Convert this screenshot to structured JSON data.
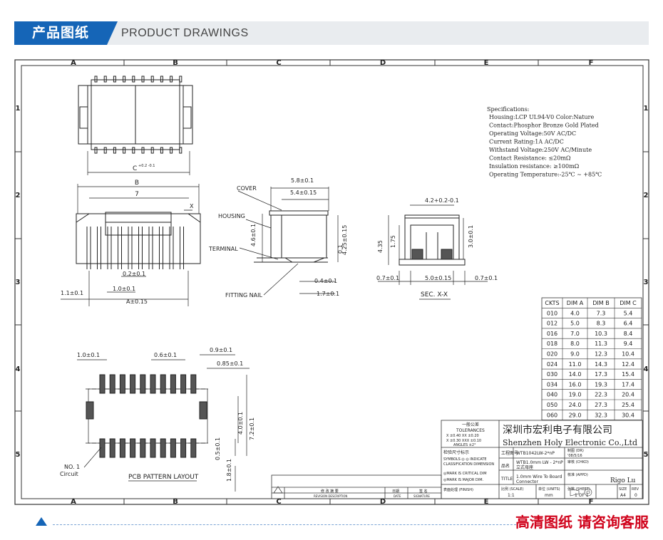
{
  "header": {
    "title_cn": "产品图纸",
    "title_en": "PRODUCT DRAWINGS"
  },
  "grid": {
    "columns": [
      "A",
      "B",
      "C",
      "D",
      "E",
      "F"
    ],
    "rows": [
      "1",
      "2",
      "3",
      "4",
      "5"
    ]
  },
  "specs": {
    "heading": "Specifications:",
    "lines": [
      "Housing:LCP UL94-V0 Color:Nature",
      "Contact:Phosphor Bronze Gold Plated",
      "Operating Voltage:50V AC/DC",
      "Current Rating:1A AC/DC",
      "Withstand Voltage:250V AC/Minute",
      "Contact Resistance: ≤20mΩ",
      "Insulation resistance: ≥100mΩ",
      "Operating Temperature:-25℃ ~ +85℃"
    ]
  },
  "top_view": {
    "dim_c": "C",
    "dim_c_tol": "+0.2\n-0.1"
  },
  "front_view": {
    "dim_b": "B",
    "dim_7": "7",
    "pitch": "0.2±0.1",
    "dim_1_0": "1.0±0.1",
    "dim_1_1": "1.1±0.1",
    "dim_a": "A±0.15",
    "x_mark": "X"
  },
  "side_view": {
    "cover": "COVER",
    "housing": "HOUSING",
    "terminal": "TERMINAL",
    "fitting_nail": "FITTING NAIL",
    "d58": "5.8±0.1",
    "d54": "5.4±0.15",
    "d46": "4.6±0.1",
    "d425": "4.25±0.15",
    "d01": "0.1",
    "d04": "0.4±0.1",
    "d17": "1.7±0.1"
  },
  "section": {
    "d42": "4.2+0.2-0.1",
    "d435": "4.35",
    "d175": "1.75",
    "d30": "3.0±0.1",
    "d07l": "0.7±0.1",
    "d50": "5.0±0.15",
    "d07r": "0.7±0.1",
    "label": "SEC. X-X"
  },
  "pcb": {
    "label": "PCB PATTERN LAYOUT",
    "d10": "1.0±0.1",
    "d06": "0.6±0.1",
    "d09": "0.9±0.1",
    "d085": "0.85±0.1",
    "d40": "4.0±0.1",
    "d72": "7.2±0.1",
    "d05": "0.5±0.1",
    "d18": "1.8±0.1",
    "no1": "NO. 1",
    "circuit": "Circuit"
  },
  "dim_table": {
    "headers": [
      "CKTS",
      "DIM A",
      "DIM B",
      "DIM C"
    ],
    "rows": [
      [
        "010",
        "4.0",
        "7.3",
        "5.4"
      ],
      [
        "012",
        "5.0",
        "8.3",
        "6.4"
      ],
      [
        "016",
        "7.0",
        "10.3",
        "8.4"
      ],
      [
        "018",
        "8.0",
        "11.3",
        "9.4"
      ],
      [
        "020",
        "9.0",
        "12.3",
        "10.4"
      ],
      [
        "024",
        "11.0",
        "14.3",
        "12.4"
      ],
      [
        "030",
        "14.0",
        "17.3",
        "15.4"
      ],
      [
        "034",
        "16.0",
        "19.3",
        "17.4"
      ],
      [
        "040",
        "19.0",
        "22.3",
        "20.4"
      ],
      [
        "050",
        "24.0",
        "27.3",
        "25.4"
      ],
      [
        "060",
        "29.0",
        "32.3",
        "30.4"
      ]
    ]
  },
  "title_block": {
    "company_cn": "深圳市宏利电子有限公司",
    "company_en": "Shenzhen Holy Electronic Co.,Ltd",
    "tol_cn": "一般公差",
    "tol_en": "TOLERANCES",
    "tol_1": "X  ±0.40    XX  ±0.20",
    "tol_2": "X ±0.30   XXX ±0.10",
    "tol_3": "ANGLES    ±2°",
    "inspect_cn": "检验尺寸标示",
    "symbols": "SYMBOLS ◎ ◎ INDICATE",
    "classification": "CLASSIFICATION DIMENSION",
    "critical": "◎MARK IS CRITICAL DIM",
    "major": "◎MARK IS MAJOR DIM.",
    "finish_cn": "表面处理 (FINISH)",
    "drawing_no_label": "工程图号",
    "drawing_no": "WTB1042LW-2*nP",
    "part_no_label": "品名",
    "part_no": "WTB1.0mm LW - 2*nP",
    "part_desc": "立式母座",
    "title_label": "TITLE",
    "title_1": "1.0mm  Wire To Board",
    "title_2": "Connector",
    "dr_label": "制图 (DR)",
    "dr_date": "'08/5/16",
    "chkd_label": "审核 (CHKD)",
    "appd_label": "核准 (APPD)",
    "appd_name": "Rigo Lu",
    "scale_label": "比例 (SCALE)",
    "scale": "1:1",
    "units_label": "单位 (UNITS)",
    "units": "mm",
    "sheet_label": "张数 (SHEET)",
    "sheet": "1 OF 1",
    "size_label": "SIZE",
    "size": "A4",
    "rev_label": "REV",
    "rev": "0",
    "revision_label": "修 改 摘 要",
    "revision_en": "REVISION DESCRIPTION",
    "date_label": "日期",
    "date_en": "DATE",
    "sig_label": "签 名",
    "sig_en": "SIGNATURE"
  },
  "footer": {
    "text": "高清图纸 请咨询客服"
  }
}
